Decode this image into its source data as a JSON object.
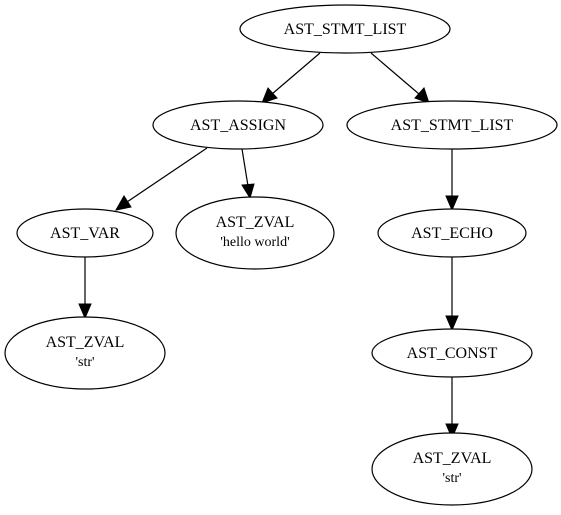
{
  "colors": {
    "background": "#ffffff",
    "stroke": "#000000",
    "text": "#000000"
  },
  "nodes": {
    "root": {
      "label": "AST_STMT_LIST"
    },
    "assign": {
      "label": "AST_ASSIGN"
    },
    "stmt_list": {
      "label": "AST_STMT_LIST"
    },
    "var": {
      "label": "AST_VAR"
    },
    "zval_hello": {
      "label": "AST_ZVAL",
      "value": "'hello world'"
    },
    "echo": {
      "label": "AST_ECHO"
    },
    "zval_str_left": {
      "label": "AST_ZVAL",
      "value": "'str'"
    },
    "const": {
      "label": "AST_CONST"
    },
    "zval_str_right": {
      "label": "AST_ZVAL",
      "value": "'str'"
    }
  }
}
